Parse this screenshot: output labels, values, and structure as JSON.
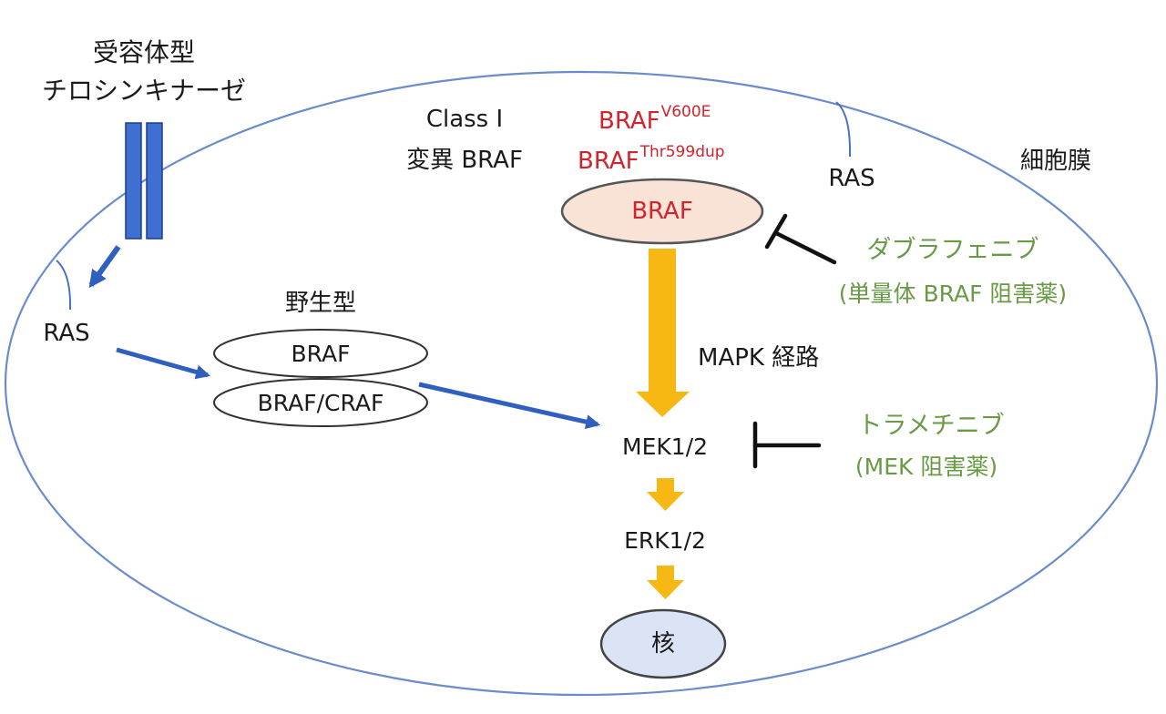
{
  "title": "BRAF / MAPK pathway with BRAF and MEK inhibitors",
  "colors": {
    "membrane": "#4a72c2",
    "blue_arrow": "#2f5fbf",
    "receptor_fill": "#3f6fd0",
    "receptor_stroke": "#1d3f8a",
    "mapk_arrow": "#f8b814",
    "mutant_text": "#d1242c",
    "mutant_fill": "#f8e3d6",
    "drug_text": "#6a9a45",
    "nucleus_fill": "#dbe4f4",
    "inhibitor": "#111111"
  },
  "receptor": {
    "line1": "受容体型",
    "line2": "チロシンキナーゼ"
  },
  "membrane_label": "細胞膜",
  "ras_left": "RAS",
  "ras_right": "RAS",
  "class_label": {
    "line1": "Class I",
    "line2": "変異 BRAF"
  },
  "mutations": [
    {
      "base": "BRAF",
      "sup": "V600E"
    },
    {
      "base": "BRAF",
      "sup": "Thr599dup"
    }
  ],
  "mutant_braf": "BRAF",
  "wild_type": {
    "label": "野生型",
    "upper": "BRAF",
    "lower": "BRAF/CRAF"
  },
  "pathway_label": "MAPK 経路",
  "mek": "MEK1/2",
  "erk": "ERK1/2",
  "nucleus": "核",
  "drugs": [
    {
      "name": "ダブラフェニブ",
      "note": "(単量体 BRAF 阻害薬)"
    },
    {
      "name": "トラメチニブ",
      "note": "(MEK 阻害薬)"
    }
  ]
}
